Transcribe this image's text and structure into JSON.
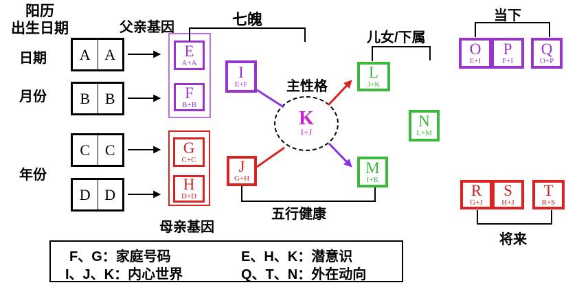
{
  "labels": {
    "calendar_type": "阳历",
    "birth_date": "出生日期",
    "day": "日期",
    "month": "月份",
    "year": "年份",
    "father_gene": "父亲基因",
    "mother_gene": "母亲基因",
    "seven_po": "七魄",
    "main_personality": "主性格",
    "children_subordinates": "儿女/下属",
    "present": "当下",
    "future": "将来",
    "five_elements_health": "五行健康"
  },
  "dominoes": [
    [
      "A",
      "A"
    ],
    [
      "B",
      "B"
    ],
    [
      "C",
      "C"
    ],
    [
      "D",
      "D"
    ]
  ],
  "nodes": {
    "E": {
      "letter": "E",
      "formula": "A+A",
      "color": "purple"
    },
    "F": {
      "letter": "F",
      "formula": "B+B",
      "color": "purple"
    },
    "G": {
      "letter": "G",
      "formula": "C+C",
      "color": "red"
    },
    "H": {
      "letter": "H",
      "formula": "D+D",
      "color": "red"
    },
    "I": {
      "letter": "I",
      "formula": "E+F",
      "color": "purple"
    },
    "J": {
      "letter": "J",
      "formula": "G+H",
      "color": "red"
    },
    "K": {
      "letter": "K",
      "formula": "I+J",
      "color": "magenta"
    },
    "L": {
      "letter": "L",
      "formula": "J+K",
      "color": "green"
    },
    "M": {
      "letter": "M",
      "formula": "I+K",
      "color": "green"
    },
    "N": {
      "letter": "N",
      "formula": "L+M",
      "color": "green"
    },
    "O": {
      "letter": "O",
      "formula": "E+I",
      "color": "purple"
    },
    "P": {
      "letter": "P",
      "formula": "F+I",
      "color": "purple"
    },
    "Q": {
      "letter": "Q",
      "formula": "O+P",
      "color": "purple"
    },
    "R": {
      "letter": "R",
      "formula": "G+J",
      "color": "red"
    },
    "S": {
      "letter": "S",
      "formula": "H+J",
      "color": "red"
    },
    "T": {
      "letter": "T",
      "formula": "R+S",
      "color": "red"
    }
  },
  "connections": [
    {
      "from": "AA",
      "to": "E",
      "type": "arrow",
      "color": "black"
    },
    {
      "from": "BB",
      "to": "F",
      "type": "arrow",
      "color": "black"
    },
    {
      "from": "CC",
      "to": "G",
      "type": "arrow",
      "color": "black"
    },
    {
      "from": "DD",
      "to": "H",
      "type": "arrow",
      "color": "black"
    },
    {
      "from": "I",
      "to": "K",
      "type": "line",
      "color": "purple"
    },
    {
      "from": "J",
      "to": "K",
      "type": "line",
      "color": "red"
    },
    {
      "from": "K",
      "to": "L",
      "type": "arrow",
      "color": "red"
    },
    {
      "from": "K",
      "to": "M",
      "type": "arrow",
      "color": "purple"
    }
  ],
  "brackets": [
    {
      "label": "七魄",
      "between": [
        "E",
        "K"
      ]
    },
    {
      "label": "儿女/下属",
      "between": [
        "L",
        "N"
      ]
    },
    {
      "label": "当下",
      "between": [
        "O",
        "Q"
      ]
    },
    {
      "label": "将来",
      "between": [
        "R",
        "T"
      ]
    },
    {
      "label": "五行健康",
      "between": [
        "J",
        "M"
      ]
    }
  ],
  "legend": {
    "rows": [
      {
        "left": "F、G：家庭号码",
        "right": "E、H、K：潜意识"
      },
      {
        "left": "I、J、K：内心世界",
        "right": "Q、T、N：外在动向"
      }
    ]
  },
  "colors": {
    "purple": "#9933cc",
    "light_purple": "#b973e0",
    "red": "#dd2222",
    "green": "#3cb83c",
    "magenta": "#cc22cc",
    "black": "#000000",
    "background": "#ffffff"
  }
}
